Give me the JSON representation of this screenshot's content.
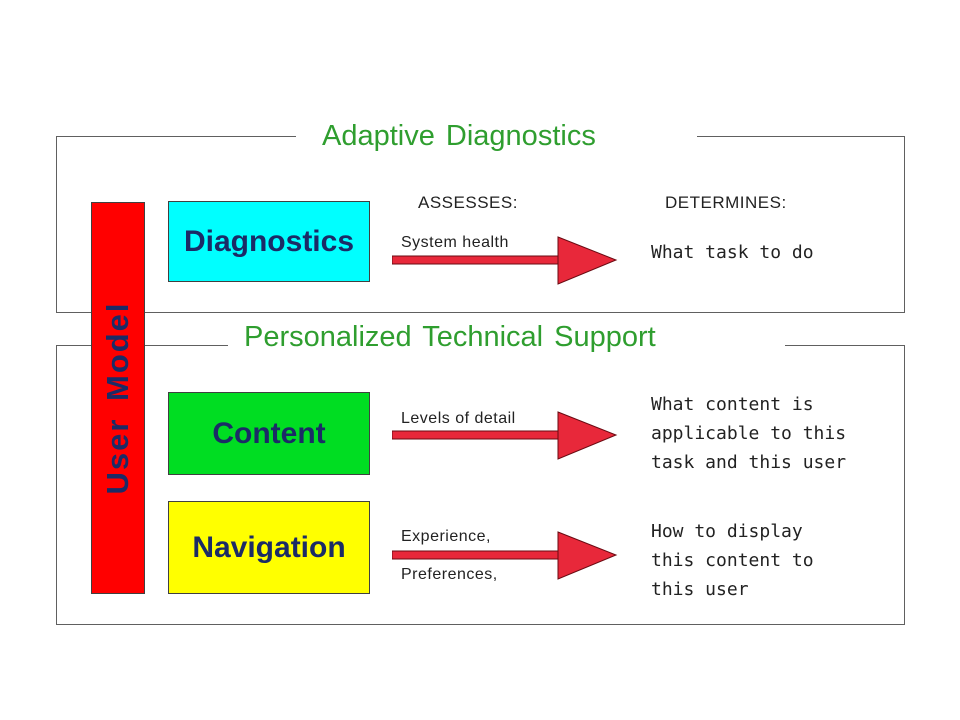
{
  "sections": {
    "adaptive": {
      "title": "Adaptive Diagnostics"
    },
    "personalized": {
      "title": "Personalized Technical Support"
    }
  },
  "column_headers": {
    "assesses": "ASSESSES:",
    "determines": "DETERMINES:"
  },
  "user_model": {
    "label": "User Model",
    "color": "#ff0000"
  },
  "rows": [
    {
      "box": "Diagnostics",
      "color": "#00ffff",
      "assesses": [
        "System health"
      ],
      "determines": "What task to do"
    },
    {
      "box": "Content",
      "color": "#00dd22",
      "assesses": [
        "Levels of detail"
      ],
      "determines": "What content is\napplicable to this\ntask and this user"
    },
    {
      "box": "Navigation",
      "color": "#ffff00",
      "assesses": [
        "Experience,",
        "Preferences,"
      ],
      "determines": "How to display\nthis content to\nthis user"
    }
  ],
  "colors": {
    "title": "#2f9e2f",
    "box_text": "#1b2b66",
    "arrow": "#e8283a"
  }
}
